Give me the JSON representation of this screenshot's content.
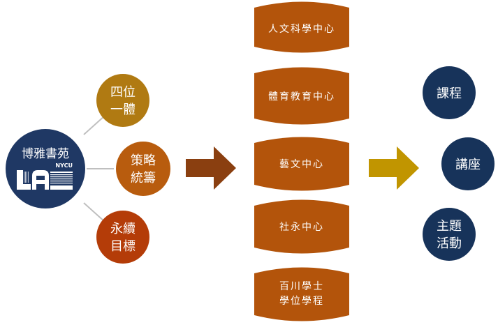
{
  "logo": {
    "title": "博雅書苑",
    "letters": "LA",
    "subtitle": "NYCU",
    "color": "#1f3864"
  },
  "principles": [
    {
      "lines": [
        "四位",
        "一體"
      ],
      "color": "#b07a12"
    },
    {
      "lines": [
        "策略",
        "統籌"
      ],
      "color": "#b85c0e"
    },
    {
      "lines": [
        "永續",
        "目標"
      ],
      "color": "#b43c08"
    }
  ],
  "arrows": [
    {
      "name": "left-arrow",
      "color": "#8a3f10"
    },
    {
      "name": "right-arrow",
      "color": "#c19500"
    }
  ],
  "centers": [
    {
      "lines": [
        "人文科學中心"
      ]
    },
    {
      "lines": [
        "體育教育中心"
      ]
    },
    {
      "lines": [
        "藝文中心"
      ]
    },
    {
      "lines": [
        "社永中心"
      ]
    },
    {
      "lines": [
        "百川學士",
        "學位學程"
      ]
    }
  ],
  "center_color": "#b3540b",
  "outputs": [
    {
      "lines": [
        "課程"
      ]
    },
    {
      "lines": [
        "講座"
      ]
    },
    {
      "lines": [
        "主題",
        "活動"
      ]
    }
  ],
  "output_color": "#17335a",
  "connector_color": "#bfbfbf"
}
